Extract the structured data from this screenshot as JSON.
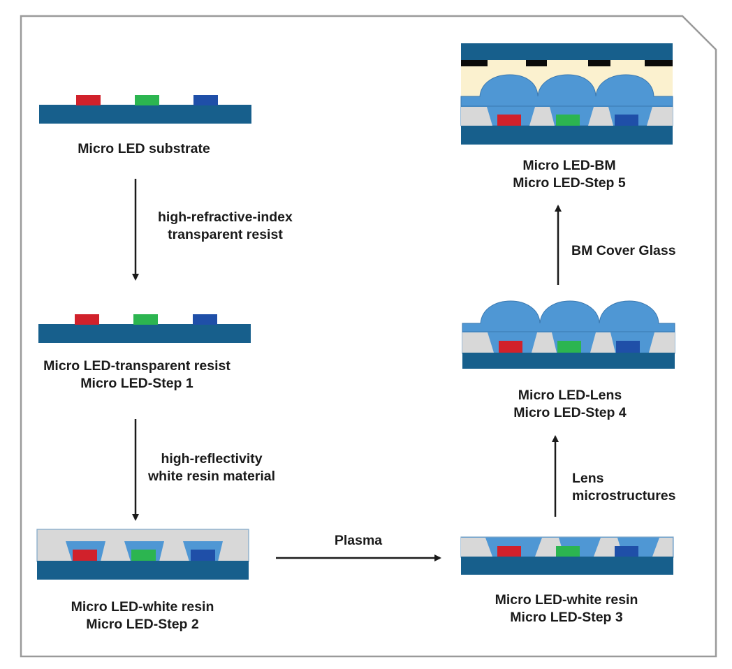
{
  "colors": {
    "substrate": "#175f8c",
    "led_red": "#d1212b",
    "led_green": "#2cb550",
    "led_blue": "#1f4fa8",
    "lens_blue": "#4f97d4",
    "lens_stroke": "#3a78b0",
    "white_resin": "#d8d8d8",
    "cream_fill": "#fbf1cf",
    "black_matrix": "#0a0a0a",
    "arrow": "#1a1a1a",
    "frame": "#8c8c8c"
  },
  "stages": {
    "substrate": {
      "lines": [
        "Micro LED substrate"
      ]
    },
    "step1": {
      "lines": [
        "Micro LED-transparent resist",
        "Micro LED-Step 1"
      ]
    },
    "step2": {
      "lines": [
        "Micro LED-white resin",
        "Micro LED-Step 2"
      ]
    },
    "step3": {
      "lines": [
        "Micro LED-white resin",
        "Micro LED-Step 3"
      ]
    },
    "step4": {
      "lines": [
        "Micro LED-Lens",
        "Micro LED-Step 4"
      ]
    },
    "step5": {
      "lines": [
        "Micro LED-BM",
        "Micro LED-Step 5"
      ]
    }
  },
  "transitions": {
    "t1": {
      "lines": [
        "high-refractive-index",
        "transparent resist"
      ]
    },
    "t2": {
      "lines": [
        "high-reflectivity",
        "white resin material"
      ]
    },
    "t3": {
      "lines": [
        "Plasma"
      ]
    },
    "t4": {
      "lines": [
        "Lens",
        "microstructures"
      ]
    },
    "t5": {
      "lines": [
        "BM Cover Glass"
      ]
    }
  }
}
